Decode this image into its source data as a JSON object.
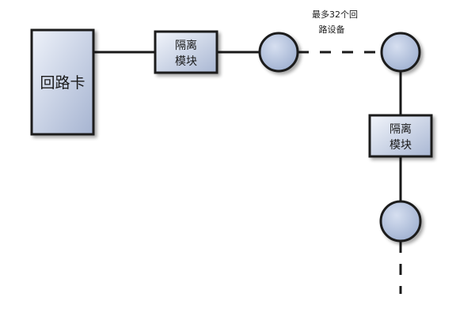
{
  "diagram": {
    "loop_card": {
      "label": "回路卡"
    },
    "isolation_module_1": {
      "line1": "隔离",
      "line2": "模块"
    },
    "isolation_module_2": {
      "line1": "隔离",
      "line2": "模块"
    },
    "device_limit_note": {
      "line1": "最多32个回",
      "line2": "路设备"
    }
  },
  "colors": {
    "box_fill_top": "#eef2fa",
    "box_fill_bottom": "#aebbd6",
    "outline": "#1a1a1a",
    "circle_fill": "#b3c2dd",
    "background": "#ffffff"
  }
}
